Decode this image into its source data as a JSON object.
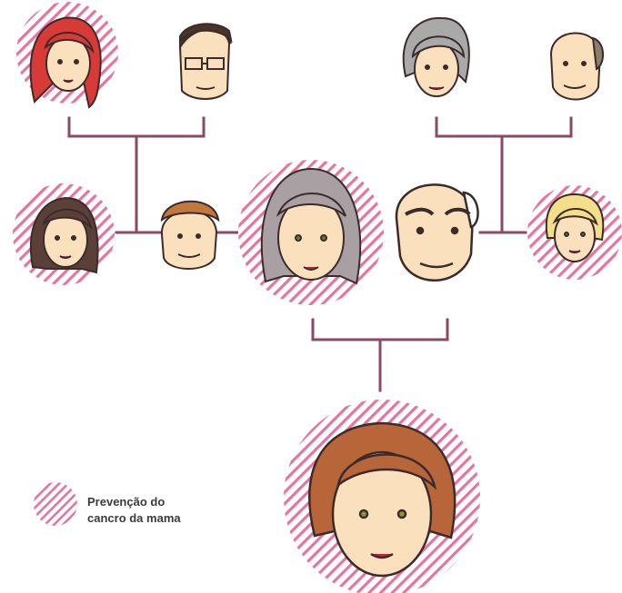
{
  "legend": {
    "line1": "Prevenção do",
    "line2": "cancro da mama"
  },
  "colors": {
    "connector": "#8a4a66",
    "hatch": "#e3759f",
    "skin": "#fbe0bd",
    "outline": "#3b2b2b"
  },
  "people": [
    {
      "id": "grandmother-paternal",
      "hair": "red",
      "gender": "female",
      "hatched": true
    },
    {
      "id": "grandfather-paternal",
      "hair": "dark-glasses",
      "gender": "male",
      "hatched": false
    },
    {
      "id": "grandmother-maternal",
      "hair": "grey",
      "gender": "female",
      "hatched": false
    },
    {
      "id": "grandfather-maternal",
      "hair": "bald",
      "gender": "male",
      "hatched": false
    },
    {
      "id": "aunt-paternal",
      "hair": "dark-brown",
      "gender": "female",
      "hatched": true
    },
    {
      "id": "uncle-paternal",
      "hair": "light-brown",
      "gender": "male",
      "hatched": false
    },
    {
      "id": "mother",
      "hair": "grey",
      "gender": "female",
      "hatched": true
    },
    {
      "id": "father",
      "hair": "bald",
      "gender": "male",
      "hatched": false
    },
    {
      "id": "aunt-maternal",
      "hair": "blonde",
      "gender": "female",
      "hatched": true
    },
    {
      "id": "daughter",
      "hair": "auburn",
      "gender": "female",
      "hatched": true
    }
  ]
}
